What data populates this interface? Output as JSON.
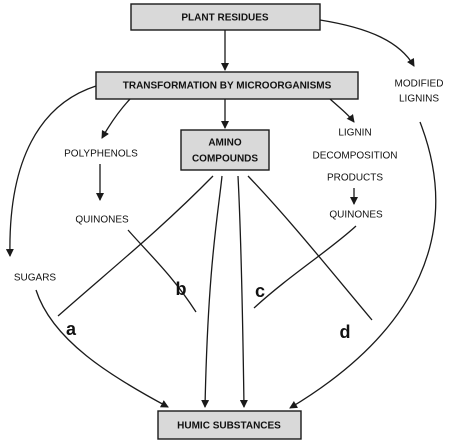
{
  "diagram": {
    "nodes": {
      "plant_residues": "PLANT RESIDUES",
      "transformation": "TRANSFORMATION BY MICROORGANISMS",
      "modified_lignins": [
        "MODIFIED",
        "LIGNINS"
      ],
      "polyphenols": "POLYPHENOLS",
      "amino_compounds": [
        "AMINO",
        "COMPOUNDS"
      ],
      "lignin_decomposition_products": [
        "LIGNIN",
        "DECOMPOSITION",
        "PRODUCTS"
      ],
      "quinones_left": "QUINONES",
      "quinones_right": "QUINONES",
      "sugars": "SUGARS",
      "humic_substances": "HUMIC SUBSTANCES"
    },
    "pathways": {
      "a": "a",
      "b": "b",
      "c": "c",
      "d": "d"
    },
    "colors": {
      "box_fill": "#d9d9d9",
      "line": "#1a1a1a",
      "text": "#111111"
    }
  }
}
